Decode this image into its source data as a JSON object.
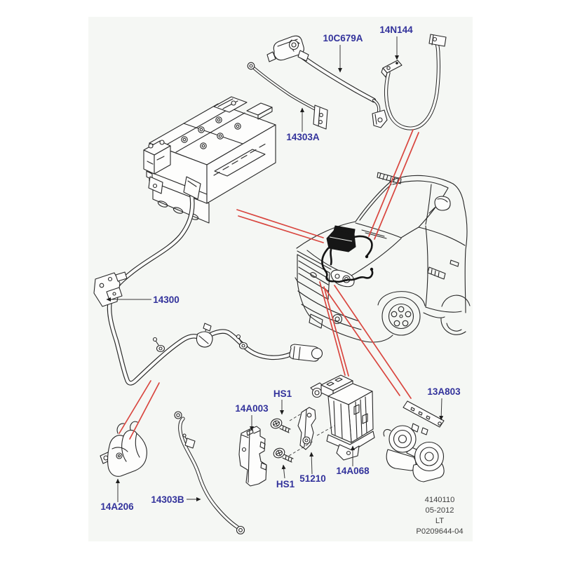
{
  "page": {
    "background": "#ffffff",
    "panel_background": "#f5f7f4"
  },
  "palette": {
    "label_color": "#32329b",
    "line_color": "#262626",
    "callout_color": "#d9463f",
    "footer_color": "#3f3f3f"
  },
  "labels": {
    "cable_10c679a": "10C679A",
    "cable_14n144": "14N144",
    "strap_14303a": "14303A",
    "harness_14300": "14300",
    "bracket_14a003": "14A003",
    "screw_hs1_upper": "HS1",
    "screw_hs1_lower": "HS1",
    "plate_51210": "51210",
    "fusebox_14a068": "14A068",
    "horn_13a803": "13A803",
    "clamp_14a206": "14A206",
    "cable_14303b": "14303B"
  },
  "footer": {
    "line1": "4140110",
    "line2": "05-2012",
    "line3": "LT",
    "line4": "P0209644-04"
  }
}
